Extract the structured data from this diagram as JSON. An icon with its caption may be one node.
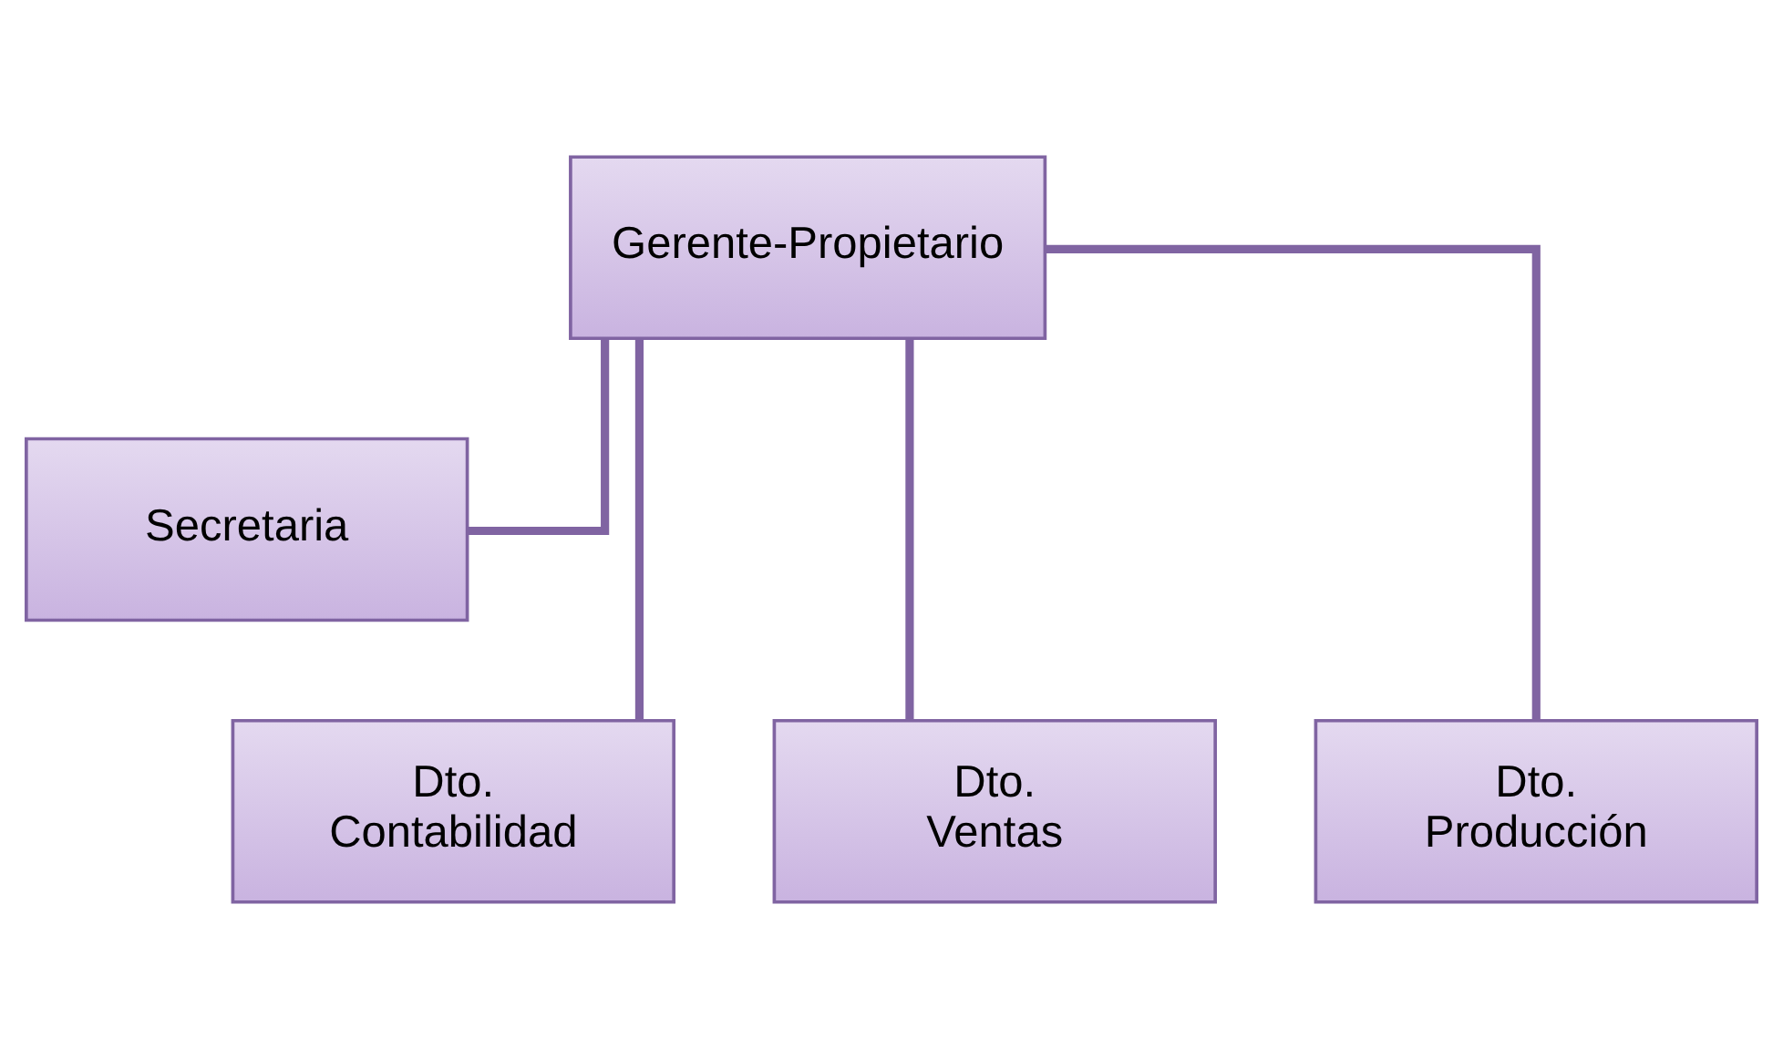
{
  "diagram": {
    "nodes": [
      {
        "text": [
          "Gerente-Propietario"
        ]
      },
      {
        "text": [
          "Secretaria"
        ]
      },
      {
        "text": [
          "Dto. Contabilidad"
        ]
      },
      {
        "text": [
          "Dto. Ventas"
        ]
      },
      {
        "text": [
          "Dto. Producción"
        ]
      }
    ],
    "edges": [
      {
        "from": 0,
        "to": 1,
        "arrow": "none"
      },
      {
        "from": 0,
        "to": 2,
        "arrow": "none"
      },
      {
        "from": 0,
        "to": 3,
        "arrow": "none"
      },
      {
        "from": 0,
        "to": 4,
        "arrow": "none"
      }
    ]
  }
}
